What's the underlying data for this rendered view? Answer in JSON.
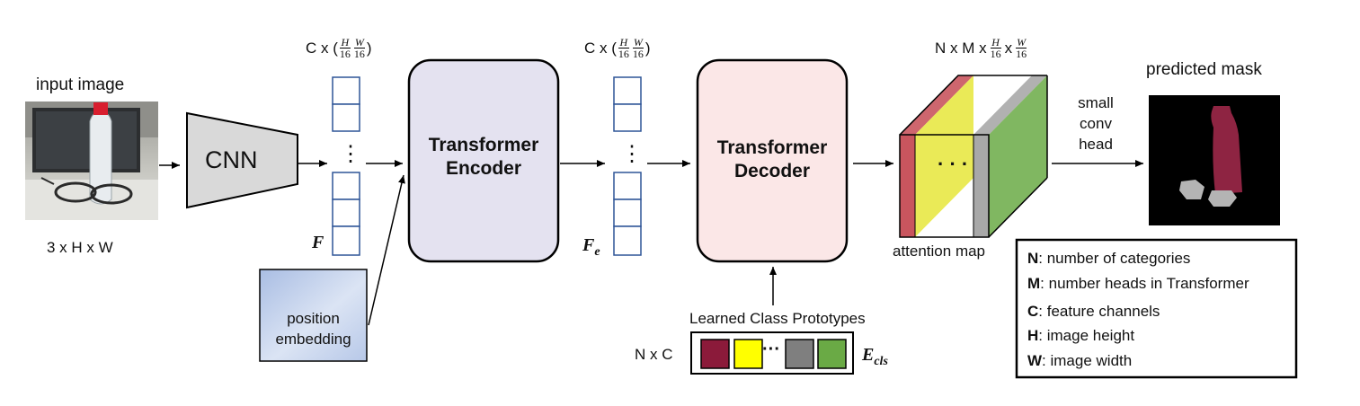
{
  "input": {
    "title": "input image",
    "dims": "3 x H x W"
  },
  "cnn": {
    "label": "CNN"
  },
  "features_f": {
    "dims_prefix": "C x (",
    "dims_h": "H",
    "dims_h_den": "16",
    "dims_w": "W",
    "dims_w_den": "16",
    "dims_suffix": ")",
    "symbol": "F",
    "dots": "⋮"
  },
  "position_embedding": {
    "line1": "position",
    "line2": "embedding"
  },
  "encoder": {
    "line1": "Transformer",
    "line2": "Encoder"
  },
  "features_fe": {
    "dims_prefix": "C x (",
    "dims_h": "H",
    "dims_h_den": "16",
    "dims_w": "W",
    "dims_w_den": "16",
    "dims_suffix": ")",
    "symbol": "F",
    "symbol_sub": "e",
    "dots": "⋮"
  },
  "decoder": {
    "line1": "Transformer",
    "line2": "Decoder"
  },
  "class_prototypes": {
    "title": "Learned Class Prototypes",
    "dims": "N x C",
    "symbol": "E",
    "symbol_sub": "cls",
    "dots": "···",
    "colors": [
      "#8b1a3a",
      "#ffff00",
      "#7f7f7f",
      "#6aaa45"
    ]
  },
  "attention": {
    "dims_prefix": "N x M x",
    "dims_h": "H",
    "dims_h_den": "16",
    "dims_mid": "x",
    "dims_w": "W",
    "dims_w_den": "16",
    "label": "attention map",
    "dots": "· · ·",
    "colors": [
      "#c9555e",
      "#e6e63a",
      "#a8a8a8",
      "#6aaa45"
    ]
  },
  "head": {
    "line1": "small",
    "line2": "conv",
    "line3": "head"
  },
  "output": {
    "title": "predicted mask",
    "mask_color": "#8e2442"
  },
  "legend": {
    "items": [
      {
        "key": "N",
        "text": ": number of categories"
      },
      {
        "key": "M",
        "text": ":  number heads in Transformer"
      },
      {
        "key": "C",
        "text": ": feature channels"
      },
      {
        "key": "H",
        "text": ": image height"
      },
      {
        "key": "W",
        "text": ": image width"
      }
    ]
  }
}
